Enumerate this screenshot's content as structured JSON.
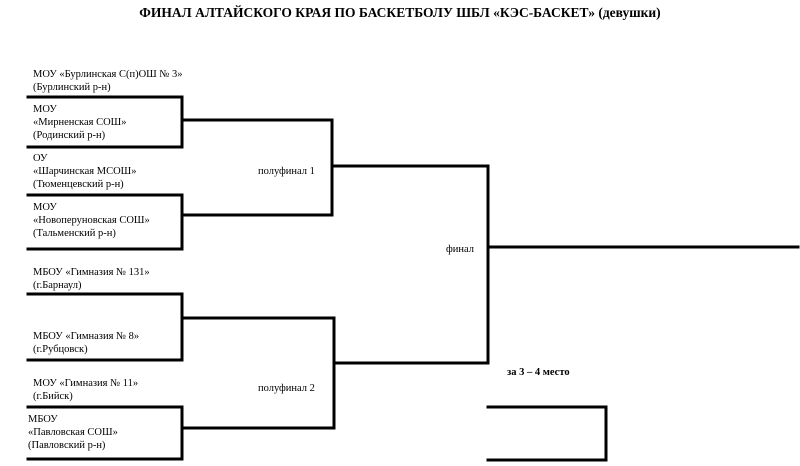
{
  "title": "ФИНАЛ АЛТАЙСКОГО КРАЯ ПО БАСКЕТБОЛУ ШБЛ «КЭС-БАСКЕТ» (девушки)",
  "teams": [
    [
      "МОУ «Бурлинская С(п)ОШ № 3»",
      "(Бурлинский р-н)"
    ],
    [
      "МОУ",
      "«Мирненская СОШ»",
      "(Родинский р-н)"
    ],
    [
      "ОУ",
      "«Шарчинская МСОШ»",
      "(Тюменцевский р-н)"
    ],
    [
      "МОУ",
      "«Новоперуновская СОШ»",
      "(Тальменский р-н)"
    ],
    [
      "МБОУ «Гимназия № 131»",
      "(г.Барнаул)"
    ],
    [
      "МБОУ «Гимназия № 8»",
      "(г.Рубцовск)"
    ],
    [
      "МОУ «Гимназия № 11»",
      "(г.Бийск)"
    ],
    [
      "МБОУ",
      "«Павловская СОШ»",
      "(Павловский р-н)"
    ]
  ],
  "labels": {
    "semifinal1": "полуфинал 1",
    "semifinal2": "полуфинал 2",
    "final": "финал",
    "third_place": "за 3 – 4 место"
  }
}
